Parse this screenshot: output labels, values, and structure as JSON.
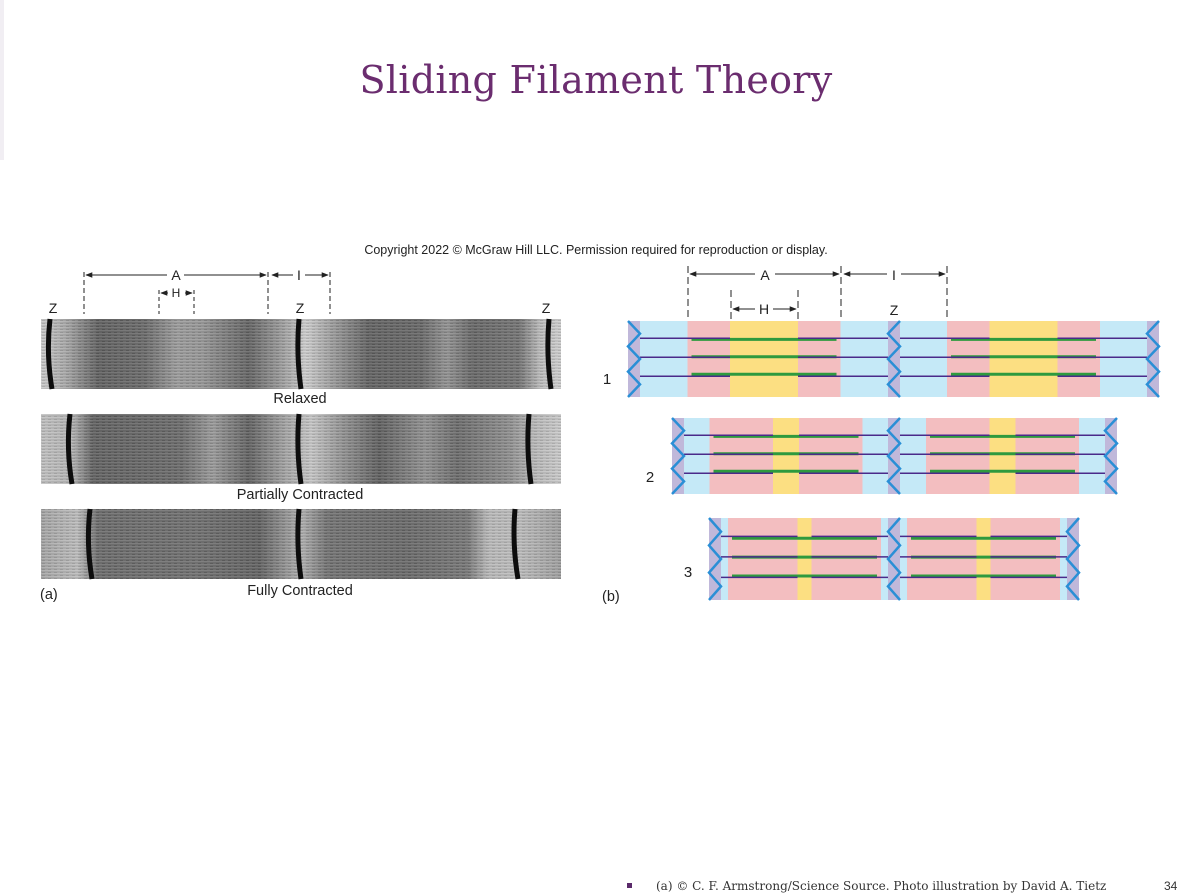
{
  "slide": {
    "title": "Sliding Filament Theory",
    "copyright": "Copyright 2022 © McGraw Hill LLC. Permission required for reproduction or display.",
    "footer_credit": "(a) © C. F. Armstrong/Science Source. Photo illustration by David A. Tietz",
    "page_number": "34"
  },
  "panel_a": {
    "label": "(a)",
    "dim_labels": {
      "a_band": "A",
      "h_zone": "H",
      "i_band": "I",
      "z_line": "Z"
    },
    "strips": [
      {
        "caption": "Relaxed"
      },
      {
        "caption": "Partially Contracted"
      },
      {
        "caption": "Fully Contracted"
      }
    ]
  },
  "panel_b": {
    "label": "(b)",
    "dim_labels": {
      "a_band": "A",
      "h_zone": "H",
      "i_band": "I",
      "z_line": "Z"
    },
    "stages": [
      {
        "number": "1"
      },
      {
        "number": "2"
      },
      {
        "number": "3"
      }
    ]
  },
  "colors": {
    "title": "#6b2d6f",
    "i_band": "#c5e9f7",
    "a_band": "#f3bec0",
    "h_zone": "#fcdf82",
    "z_disc": "#c0b8da",
    "z_zigzag": "#2a8fd6",
    "thin_filament": "#4a2a8a",
    "thick_filament": "#2e9a3e"
  }
}
